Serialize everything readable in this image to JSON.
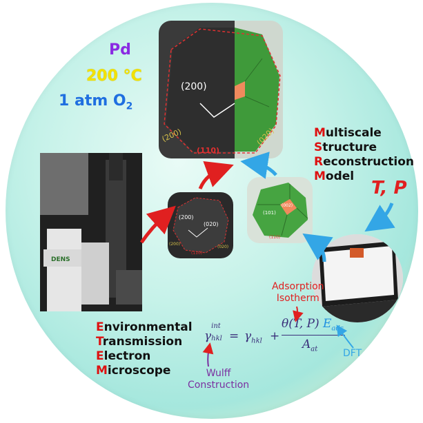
{
  "conditions": {
    "metal": "Pd",
    "temperature": "200 °C",
    "pressure_prefix": "1 atm O",
    "pressure_subscript": "2"
  },
  "large_tile": {
    "facet_label_center": "(200)",
    "facet_label_left": "(200)",
    "facet_label_bottom": "(110)",
    "facet_label_right": "(020)"
  },
  "small_tile_tem": {
    "facet_a": "(200)",
    "facet_b": "(020)",
    "facet_left": "(200)",
    "facet_bottom": "(110)",
    "facet_right": "(020)"
  },
  "small_tile_model": {
    "facet_a": "(101)",
    "facet_b": "(002)",
    "facet_bottom": "(110)"
  },
  "msr_model": {
    "lines": [
      {
        "initial": "M",
        "rest": "ultiscale"
      },
      {
        "initial": "S",
        "rest": "tructure"
      },
      {
        "initial": "R",
        "rest": "econstruction"
      },
      {
        "initial": "M",
        "rest": "odel"
      }
    ]
  },
  "etem": {
    "lines": [
      {
        "initial": "E",
        "rest": "nvironmental"
      },
      {
        "initial": "T",
        "rest": "ransmission"
      },
      {
        "initial": "E",
        "rest": "lectron"
      },
      {
        "initial": "M",
        "rest": "icroscope"
      }
    ],
    "photo_text": "DENS"
  },
  "tp_label": "T, P",
  "adsorption_label": [
    "Adsorption",
    "Isotherm"
  ],
  "dft_label": "DFT",
  "wulff_label": [
    "Wulff",
    "Construction"
  ],
  "equation": {
    "lhs": "γ",
    "lhs_sup": "int",
    "lhs_sub": "hkl",
    "eq": "=",
    "term1": "γ",
    "term1_sub": "hkl",
    "plus": "+",
    "numerator": "θ(T, P)",
    "numerator_energy": "E",
    "numerator_energy_sub": "ads",
    "denominator": "A",
    "denominator_sub": "at"
  },
  "colors": {
    "pd_purple": "#8a2be2",
    "temp_yellow": "#f2e200",
    "pressure_blue": "#1f6fe0",
    "accent_red": "#e02020",
    "arrow_blue": "#33a6e6",
    "facet_green": "#3f9a3a",
    "facet_orange": "#f08a5d"
  }
}
